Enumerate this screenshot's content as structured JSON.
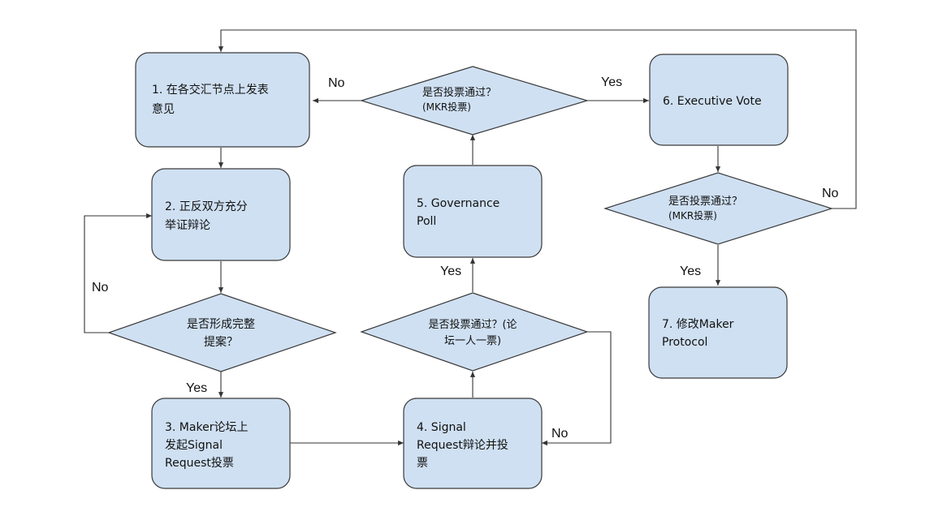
{
  "diagram": {
    "nodes": {
      "n1": {
        "lines": [
          "1. 在各交汇节点上发表",
          "意见"
        ]
      },
      "n2": {
        "lines": [
          "2. 正反双方充分",
          "举证辩论"
        ]
      },
      "d1": {
        "lines": [
          "是否形成完整",
          "提案？"
        ]
      },
      "n3": {
        "lines": [
          "3. Maker论坛上",
          "发起Signal",
          "Request投票"
        ]
      },
      "n4": {
        "lines": [
          "4. Signal",
          "Request辩论并投",
          "票"
        ]
      },
      "d2": {
        "lines": [
          "是否投票通过？(论",
          "坛一人一票)"
        ]
      },
      "n5": {
        "lines": [
          "5. Governance",
          "Poll"
        ]
      },
      "d3": {
        "lines": [
          "是否投票通过？",
          "(MKR投票)"
        ]
      },
      "n6": {
        "lines": [
          "6. Executive Vote"
        ]
      },
      "d4": {
        "lines": [
          "是否投票通过？",
          "(MKR投票)"
        ]
      },
      "n7": {
        "lines": [
          "7. 修改Maker",
          "Protocol"
        ]
      }
    },
    "edge_labels": {
      "d1_no": "No",
      "d1_yes": "Yes",
      "d2_yes": "Yes",
      "d2_no": "No",
      "d3_no": "No",
      "d3_yes": "Yes",
      "d4_yes": "Yes",
      "d4_no": "No"
    },
    "colors": {
      "box_fill": "#cfe0f2",
      "box_stroke": "#3a3a3a",
      "line": "#333333"
    }
  }
}
